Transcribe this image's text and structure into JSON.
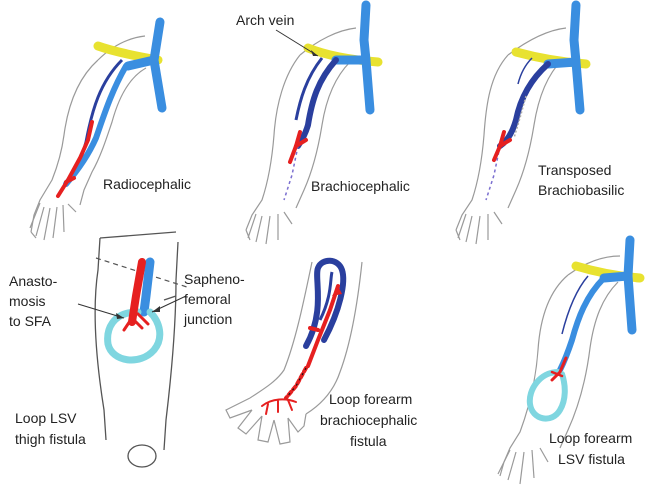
{
  "colors": {
    "vein": "#2a3f9e",
    "cephalic": "#3a8ee0",
    "artery": "#e62020",
    "clavicle": "#e8e230",
    "loop_lsv": "#7fd6e0",
    "outline": "#9a9a9a"
  },
  "panels": [
    {
      "id": "radiocephalic",
      "label": [
        "Radiocephalic"
      ]
    },
    {
      "id": "brachiocephalic",
      "label": [
        "Brachiocephalic"
      ],
      "callout": [
        "Arch vein"
      ]
    },
    {
      "id": "transposed-brachiobasilic",
      "label": [
        "Transposed",
        "Brachiobasilic"
      ]
    },
    {
      "id": "loop-lsv-thigh",
      "label": [
        "Loop LSV",
        "thigh fistula"
      ],
      "callout_left": [
        "Anasto-",
        "mosis",
        "to SFA"
      ],
      "callout_right": [
        "Sapheno-",
        "femoral",
        "junction"
      ]
    },
    {
      "id": "loop-forearm-brachiocephalic",
      "label": [
        "Loop forearm",
        "brachiocephalic",
        "fistula"
      ]
    },
    {
      "id": "loop-forearm-lsv",
      "label": [
        "Loop forearm",
        "LSV fistula"
      ]
    }
  ]
}
